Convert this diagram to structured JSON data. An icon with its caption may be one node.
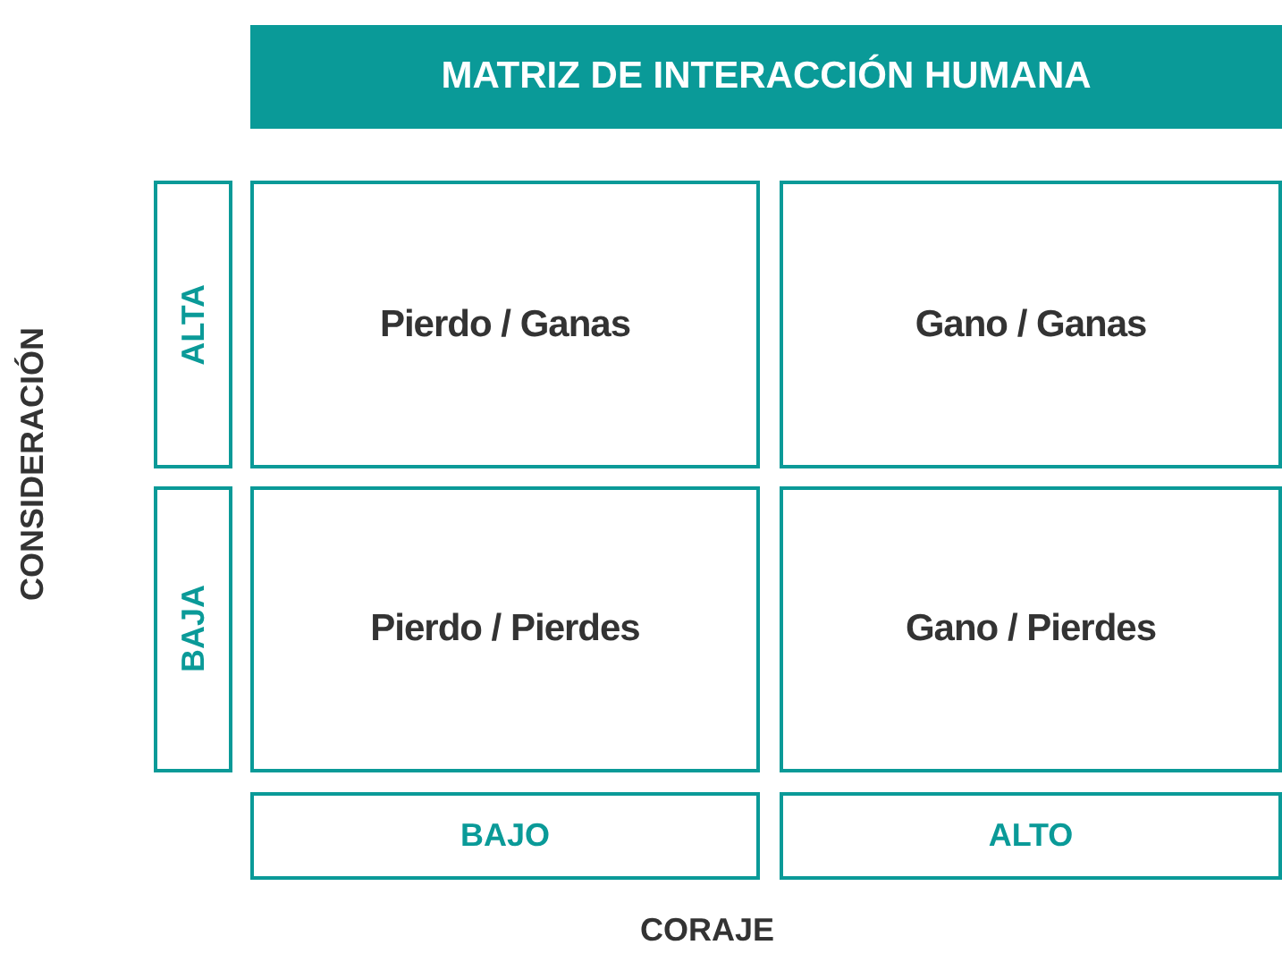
{
  "diagram": {
    "title": "MATRIZ DE INTERACCIÓN HUMANA",
    "nodes": [
      {
        "text": [
          "ALTA"
        ]
      },
      {
        "text": [
          "Pierdo / Ganas"
        ]
      },
      {
        "text": [
          "Gano / Ganas"
        ]
      },
      {
        "text": [
          "BAJA"
        ]
      },
      {
        "text": [
          "Pierdo / Pierdes"
        ]
      },
      {
        "text": [
          "Gano / Pierdes"
        ]
      },
      {
        "text": [
          "BAJO"
        ]
      },
      {
        "text": [
          "ALTO"
        ]
      }
    ],
    "labels": [
      "CONSIDERACIÓN",
      "CORAJE"
    ]
  }
}
